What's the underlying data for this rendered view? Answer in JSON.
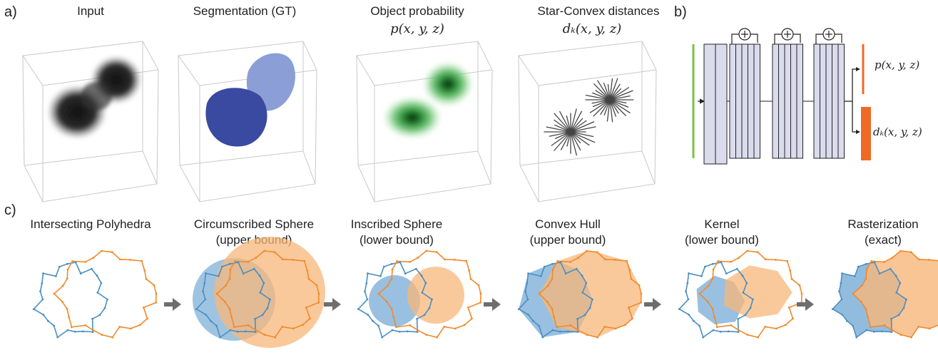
{
  "panel_a": {
    "letter": "a)",
    "titles": [
      "Input",
      "Segmentation (GT)",
      "Object probability",
      "Star-Convex distances"
    ],
    "formula_prob": "p(x, y, z)",
    "formula_dist": "dₖ(x, y, z)"
  },
  "panel_b": {
    "letter": "b)",
    "output_prob": "p(x, y, z)",
    "output_dist": "dₖ(x, y, z)"
  },
  "panel_c": {
    "letter": "c)",
    "steps": [
      {
        "line1": "Intersecting Polyhedra",
        "line2": ""
      },
      {
        "line1": "Circumscribed Sphere",
        "line2": "(upper bound)"
      },
      {
        "line1": "Inscribed Sphere",
        "line2": "(lower bound)"
      },
      {
        "line1": "Convex Hull",
        "line2": "(upper bound)"
      },
      {
        "line1": "Kernel",
        "line2": "(lower bound)"
      },
      {
        "line1": "Rasterization",
        "line2": "(exact)"
      }
    ]
  },
  "colors": {
    "blue_outline": "#4a8fc2",
    "orange_outline": "#f08a2c",
    "blue_fill": "#7fb0d8",
    "orange_fill": "#f8b77a",
    "seg_dark": "#3a4aa0",
    "seg_light": "#8c9ed6",
    "prob_green": "#2e9b3a",
    "network_block": "#dadcee",
    "green_bar": "#7cc045",
    "orange_bar": "#ef6a24",
    "arrow_gray": "#6e6e6e"
  }
}
